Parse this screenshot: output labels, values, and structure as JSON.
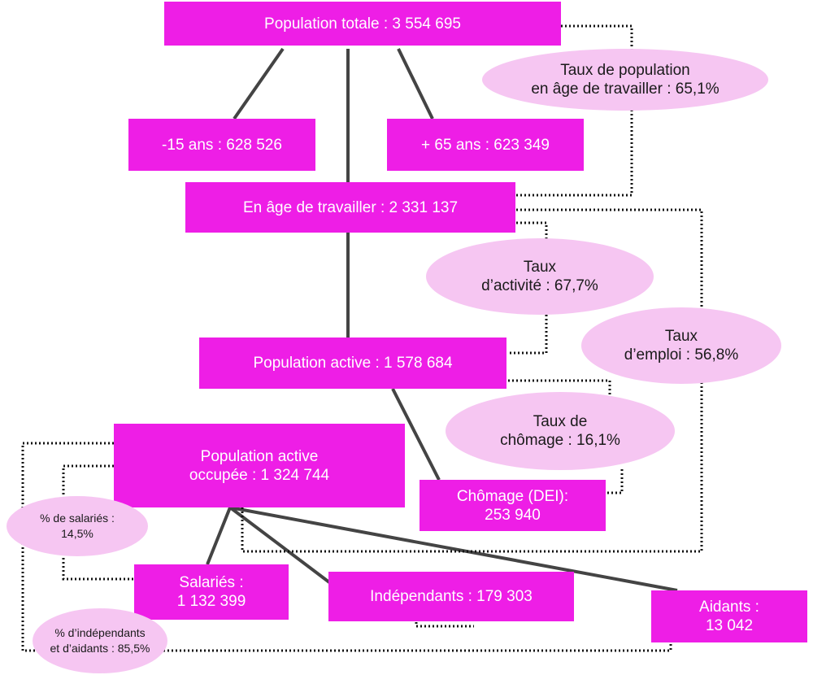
{
  "colors": {
    "box": "#ee1ee6",
    "ellipse": "#f6c6f2",
    "connector": "#444444",
    "text_on_box": "#ffffff",
    "text_on_ellipse": "#1a1a1a"
  },
  "boxes": {
    "population_totale": [
      "Population totale : 3 554 695"
    ],
    "moins_15": [
      "-15 ans : 628 526"
    ],
    "plus_65": [
      "+ 65 ans : 623 349"
    ],
    "age_travailler": [
      "En âge de travailler : 2 331 137"
    ],
    "population_active": [
      "Population active : 1 578 684"
    ],
    "population_active_occupee": [
      "Population active",
      "occupée : 1 324 744"
    ],
    "chomage": [
      "Chômage (DEI):",
      "253 940"
    ],
    "salaries": [
      "Salariés :",
      "1 132 399"
    ],
    "independants": [
      "Indépendants : 179 303"
    ],
    "aidants": [
      "Aidants :",
      "13 042"
    ]
  },
  "rates": {
    "taux_population_age": [
      "Taux de population",
      "en âge de travailler : 65,1%"
    ],
    "taux_activite": [
      "Taux",
      "d’activité : 67,7%"
    ],
    "taux_emploi": [
      "Taux",
      "d’emploi : 56,8%"
    ],
    "taux_chomage": [
      "Taux de",
      "chômage : 16,1%"
    ],
    "pct_salaries": [
      "% de salariés :",
      "14,5%"
    ],
    "pct_independants": [
      "% d’indépendants",
      "et d’aidants : 85,5%"
    ]
  }
}
